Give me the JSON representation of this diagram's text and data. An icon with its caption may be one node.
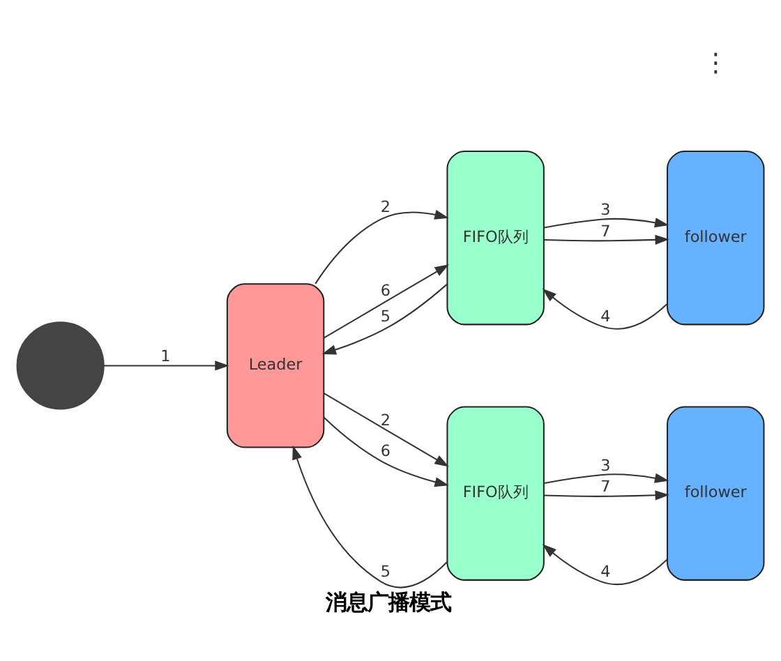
{
  "diagram": {
    "caption": "消息广播模式",
    "nodes": [
      {
        "text": [],
        "shape": "person"
      },
      {
        "text": [
          "Leader"
        ]
      },
      {
        "text": [
          "FIFO队列"
        ]
      },
      {
        "text": [
          "follower"
        ]
      },
      {
        "text": [
          "FIFO队列"
        ]
      },
      {
        "text": [
          "follower"
        ]
      }
    ],
    "edges": [
      {
        "from": 0,
        "to": 1,
        "label": "1",
        "arrow": "to"
      },
      {
        "from": 1,
        "to": 2,
        "label": "2",
        "arrow": "to"
      },
      {
        "from": 2,
        "to": 3,
        "label": "3",
        "arrow": "to"
      },
      {
        "from": 3,
        "to": 2,
        "label": "4",
        "arrow": "to"
      },
      {
        "from": 2,
        "to": 1,
        "label": "5",
        "arrow": "to"
      },
      {
        "from": 1,
        "to": 2,
        "label": "6",
        "arrow": "to"
      },
      {
        "from": 2,
        "to": 3,
        "label": "7",
        "arrow": "to"
      },
      {
        "from": 1,
        "to": 4,
        "label": "2",
        "arrow": "to"
      },
      {
        "from": 4,
        "to": 5,
        "label": "3",
        "arrow": "to"
      },
      {
        "from": 5,
        "to": 4,
        "label": "4",
        "arrow": "to"
      },
      {
        "from": 4,
        "to": 1,
        "label": "5",
        "arrow": "to"
      },
      {
        "from": 1,
        "to": 4,
        "label": "6",
        "arrow": "to"
      },
      {
        "from": 4,
        "to": 5,
        "label": "7",
        "arrow": "to"
      }
    ],
    "labels": [
      "⋮"
    ]
  }
}
